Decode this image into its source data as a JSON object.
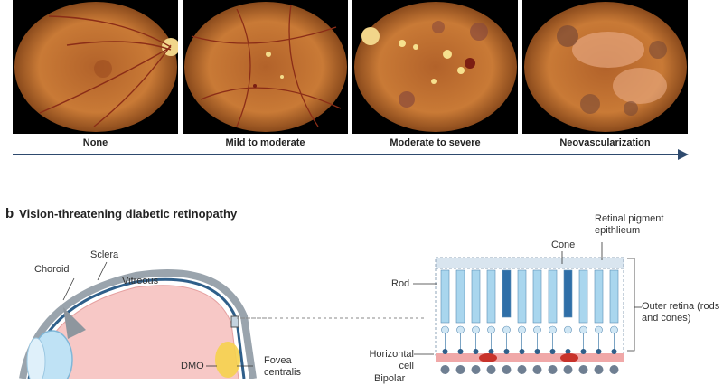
{
  "stages": [
    {
      "label": "None"
    },
    {
      "label": "Mild to moderate"
    },
    {
      "label": "Moderate to severe"
    },
    {
      "label": "Neovascularization"
    }
  ],
  "section_b": {
    "letter": "b",
    "title": "Vision-threatening diabetic retinopathy"
  },
  "eye": {
    "choroid": "Choroid",
    "sclera": "Sclera",
    "vitreous": "Vitreous",
    "dmo": "DMO",
    "fovea": "Fovea centralis"
  },
  "retina": {
    "rpe": "Retinal pigment epithlieum",
    "cone": "Cone",
    "rod": "Rod",
    "outer": "Outer retina (rods and cones)",
    "horizontal": "Horizontal cell",
    "bipolar": "Bipolar"
  },
  "colors": {
    "arrow": "#2e4a6e",
    "fundus": "#c8752f",
    "eye_interior": "#f7c8c6",
    "rod": "#a9d6ee",
    "cone": "#2f6fa8"
  }
}
